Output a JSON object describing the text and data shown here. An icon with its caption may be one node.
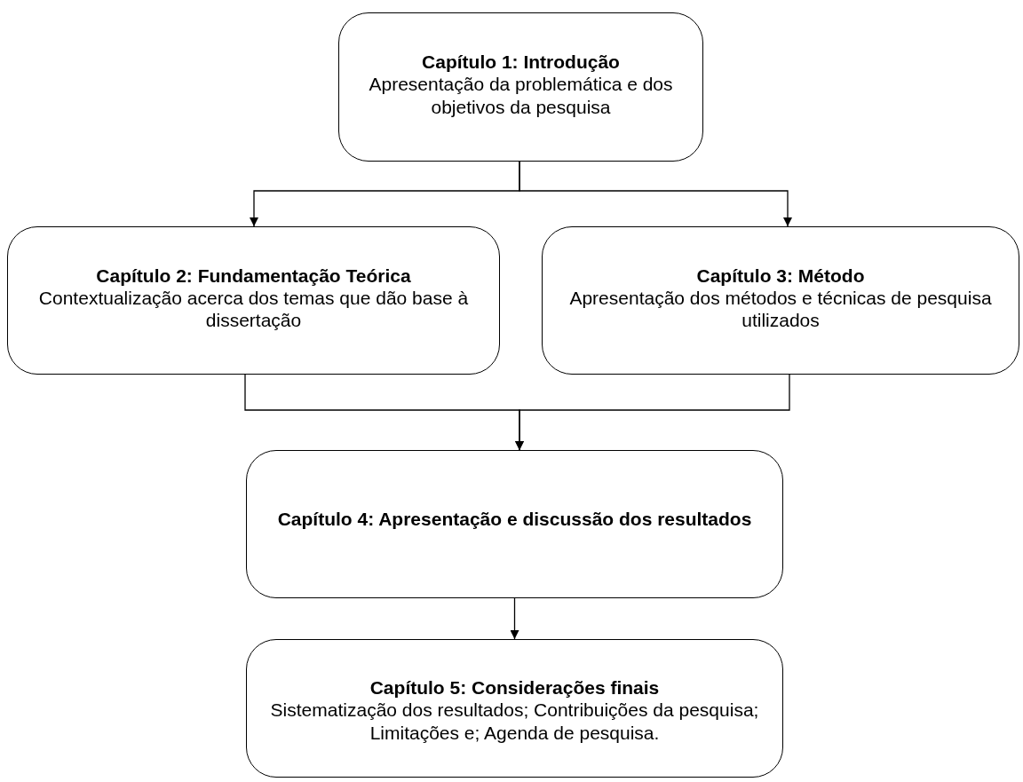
{
  "diagram": {
    "nodes": [
      {
        "text": [
          "Capítulo 1: Introdução",
          "Apresentação da problemática e dos objetivos da pesquisa"
        ]
      },
      {
        "text": [
          "Capítulo 2: Fundamentação Teórica",
          "Contextualização acerca dos temas que dão base à dissertação"
        ]
      },
      {
        "text": [
          "Capítulo 3: Método",
          "Apresentação dos métodos e técnicas de pesquisa utilizados"
        ]
      },
      {
        "text": [
          "Capítulo 4: Apresentação e discussão dos resultados"
        ]
      },
      {
        "text": [
          "Capítulo 5: Considerações finais",
          "Sistematização dos resultados; Contribuições da pesquisa; Limitações e; Agenda de pesquisa."
        ]
      }
    ],
    "edges": [
      {
        "from": 0,
        "to": 1,
        "arrow": "to"
      },
      {
        "from": 0,
        "to": 2,
        "arrow": "to"
      },
      {
        "from": 1,
        "to": 3,
        "arrow": "to"
      },
      {
        "from": 2,
        "to": 3,
        "arrow": "to"
      },
      {
        "from": 3,
        "to": 4,
        "arrow": "to"
      }
    ]
  }
}
